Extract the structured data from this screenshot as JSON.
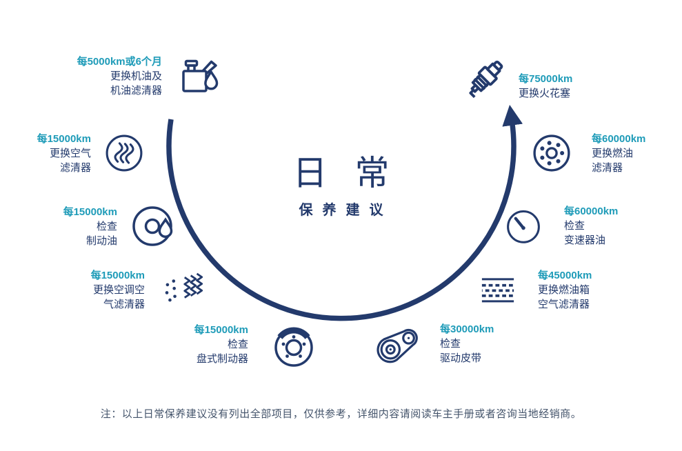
{
  "colors": {
    "accent": "#1E9BB8",
    "navy": "#233A6C",
    "footnote": "#44546B"
  },
  "center": {
    "title": "日常",
    "subtitle": "保养建议"
  },
  "items": [
    {
      "icon": "oil-can-icon",
      "interval": "每5000km或6个月",
      "lines": [
        "更换机油及",
        "机油滤清器"
      ]
    },
    {
      "icon": "air-filter-icon",
      "interval": "每15000km",
      "lines": [
        "更换空气",
        "滤清器"
      ]
    },
    {
      "icon": "brake-fluid-icon",
      "interval": "每15000km",
      "lines": [
        "检查",
        "制动油"
      ]
    },
    {
      "icon": "cabin-air-filter-icon",
      "interval": "每15000km",
      "lines": [
        "更换空调空",
        "气滤清器"
      ]
    },
    {
      "icon": "disc-brake-icon",
      "interval": "每15000km",
      "lines": [
        "检查",
        "盘式制动器"
      ]
    },
    {
      "icon": "drive-belt-icon",
      "interval": "每30000km",
      "lines": [
        "检查",
        "驱动皮带"
      ]
    },
    {
      "icon": "fuel-tank-air-filter-icon",
      "interval": "每45000km",
      "lines": [
        "更换燃油箱",
        "空气滤清器"
      ]
    },
    {
      "icon": "transmission-oil-icon",
      "interval": "每60000km",
      "lines": [
        "检查",
        "变速器油"
      ]
    },
    {
      "icon": "fuel-filter-icon",
      "interval": "每60000km",
      "lines": [
        "更换燃油",
        "滤清器"
      ]
    },
    {
      "icon": "spark-plug-icon",
      "interval": "每75000km",
      "lines": [
        "更换火花塞"
      ]
    }
  ],
  "footnote": "注：以上日常保养建议没有列出全部项目，仅供参考，详细内容请阅读车主手册或者咨询当地经销商。"
}
